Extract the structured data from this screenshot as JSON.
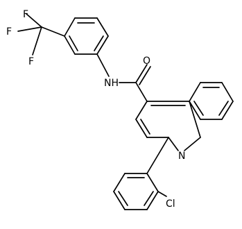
{
  "diagram": {
    "kind": "chemical-structure",
    "atom_labels": {
      "f1": "F",
      "f2": "F",
      "f3": "F",
      "o": "O",
      "nh": "NH",
      "n_ring": "N",
      "cl": "Cl"
    }
  }
}
